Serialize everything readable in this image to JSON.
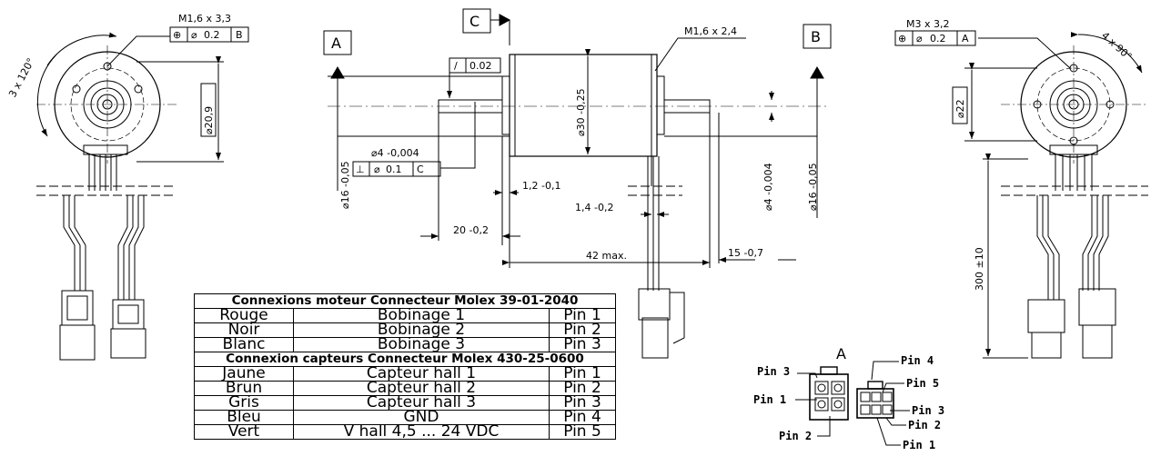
{
  "views": {
    "left": {
      "thread": "M1,6 x 3,3",
      "tol": "0.2",
      "datum": "B",
      "angle": "3 x 120°",
      "diameter": "⌀20,9"
    },
    "right": {
      "thread": "M3 x 3,2",
      "tol": "0.2",
      "datum": "A",
      "angle": "4 x 90°",
      "diameter": "⌀22",
      "length": "300 ±10"
    }
  },
  "center": {
    "section_a": "A",
    "section_b": "B",
    "datum_c": "C",
    "thread": "M1,6 x 2,4",
    "runout": "0.02",
    "flange": "⌀30 -0,25",
    "shaft_front": "⌀4 -0,004",
    "perp_tol": "0.1",
    "perp_datum": "C",
    "pilot_left": "⌀16 -0,05",
    "pilot_right": "⌀16 -0,05",
    "shaft_rear": "⌀4 -0,004",
    "dim_12": "1,2 -0,1",
    "dim_14": "1,4 -0,2",
    "dim_20": "20 -0,2",
    "dim_42": "42 max.",
    "dim_15": "15 -0,7"
  },
  "connector": {
    "title": "A",
    "pins": [
      "Pin 3",
      "Pin 1",
      "Pin 2",
      "Pin 4",
      "Pin 5",
      "Pin 3",
      "Pin 2",
      "Pin 1"
    ]
  },
  "table": {
    "header_motor": "Connexions moteur Connecteur Molex 39-01-2040",
    "header_sensors": "Connexion capteurs Connecteur Molex 430-25-0600",
    "motor_rows": [
      [
        "Rouge",
        "Bobinage 1",
        "Pin 1"
      ],
      [
        "Noir",
        "Bobinage 2",
        "Pin 2"
      ],
      [
        "Blanc",
        "Bobinage 3",
        "Pin 3"
      ]
    ],
    "sensor_rows": [
      [
        "Jaune",
        "Capteur hall 1",
        "Pin 1"
      ],
      [
        "Brun",
        "Capteur hall 2",
        "Pin 2"
      ],
      [
        "Gris",
        "Capteur hall 3",
        "Pin 3"
      ],
      [
        "Bleu",
        "GND",
        "Pin 4"
      ],
      [
        "Vert",
        "V hall 4,5 ... 24 VDC",
        "Pin 5"
      ]
    ]
  }
}
